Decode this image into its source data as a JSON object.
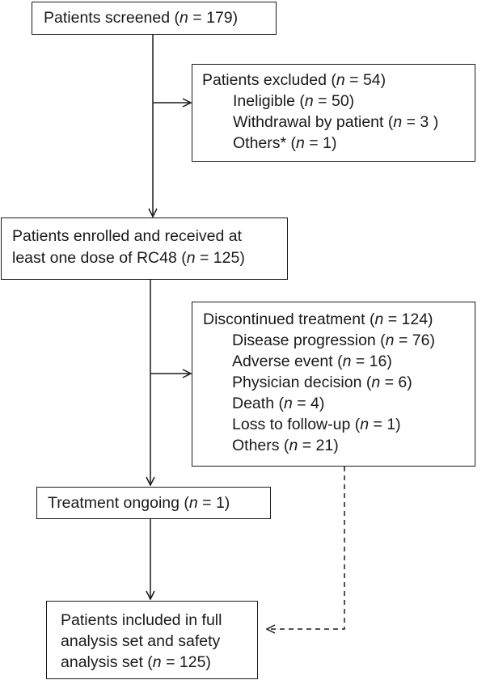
{
  "boxes": {
    "screened": {
      "pre": "Patients screened (",
      "n": "n",
      "post": " = 179)"
    },
    "excluded": {
      "title": {
        "pre": "Patients excluded (",
        "n": "n",
        "post": " = 54)"
      },
      "items": [
        {
          "pre": "Ineligible (",
          "n": "n",
          "post": " = 50)"
        },
        {
          "pre": "Withdrawal by patient (",
          "n": "n",
          "post": " = 3 )"
        },
        {
          "pre": "Others* (",
          "n": "n",
          "post": " = 1)"
        }
      ]
    },
    "enrolled": {
      "line1": "Patients enrolled and received at",
      "line2": {
        "pre": "least one dose of RC48 (",
        "n": "n",
        "post": " = 125)"
      }
    },
    "discontinued": {
      "title": {
        "pre": "Discontinued treatment (",
        "n": "n",
        "post": " = 124)"
      },
      "items": [
        {
          "pre": "Disease progression (",
          "n": "n",
          "post": " = 76)"
        },
        {
          "pre": "Adverse event (",
          "n": "n",
          "post": " = 16)"
        },
        {
          "pre": "Physician decision (",
          "n": "n",
          "post": " = 6)"
        },
        {
          "pre": "Death (",
          "n": "n",
          "post": " = 4)"
        },
        {
          "pre": "Loss to follow-up (",
          "n": "n",
          "post": " = 1)"
        },
        {
          "pre": "Others (",
          "n": "n",
          "post": " = 21)"
        }
      ]
    },
    "ongoing": {
      "pre": "Treatment ongoing  (",
      "n": "n",
      "post": " = 1)"
    },
    "analysis": {
      "line1": "Patients included in full",
      "line2": "analysis set and safety",
      "line3": {
        "pre": "analysis set  (",
        "n": "n",
        "post": " = 125)"
      }
    }
  }
}
